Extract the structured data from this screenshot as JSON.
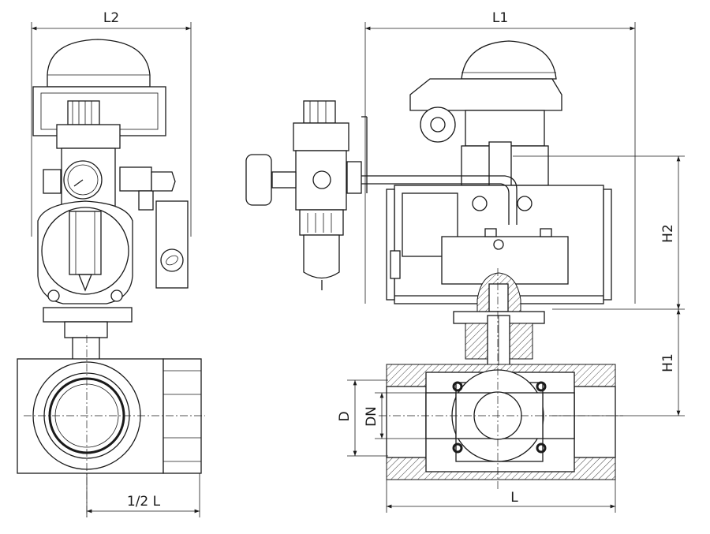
{
  "drawing": {
    "title": "Pneumatic actuated 3-way ball valve with filter regulator",
    "dimensions": {
      "l2": "L2",
      "l1": "L1",
      "h2": "H2",
      "h1": "H1",
      "d": "D",
      "dn": "DN",
      "half_l": "1/2 L",
      "l": "L"
    },
    "colors": {
      "line": "#1a1a1a",
      "background": "#ffffff"
    }
  }
}
